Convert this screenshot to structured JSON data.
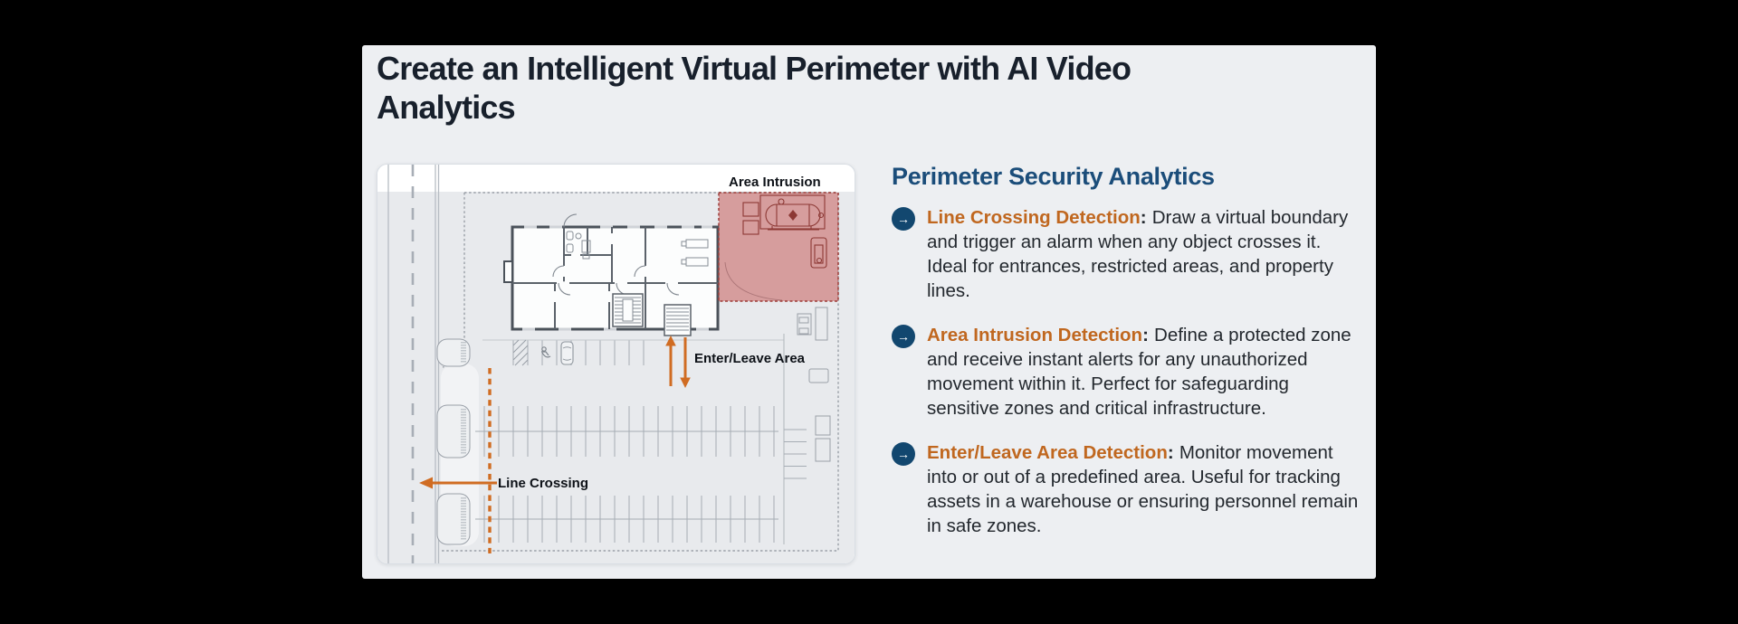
{
  "page": {
    "background": "#000000",
    "card_background": "#edeff2"
  },
  "title": "Create an Intelligent Virtual Perimeter with AI Video Analytics",
  "diagram": {
    "area_intrusion_label": "Area Intrusion",
    "enter_leave_label": "Enter/Leave Area",
    "line_crossing_label": "Line Crossing"
  },
  "content": {
    "heading": "Perimeter Security Analytics",
    "bullet_icon": "→",
    "bullets": [
      {
        "lead": "Line Crossing Detection",
        "sep": ":",
        "body": "Draw a virtual boundary and trigger an alarm when any object crosses it. Ideal for entrances, restricted areas, and property lines."
      },
      {
        "lead": "Area Intrusion Detection",
        "sep": ":",
        "body": "Define a protected zone and receive instant alerts for any unauthorized movement within it. Perfect for safeguarding sensitive zones and critical infrastructure."
      },
      {
        "lead": "Enter/Leave Area Detection",
        "sep": ":",
        "body": "Monitor movement into or out of a predefined area. Useful for tracking assets in a warehouse or ensuring personnel remain in safe zones."
      }
    ]
  },
  "colors": {
    "accent_orange": "#c0671f",
    "arrow_orange": "#d06c22",
    "bullet_navy": "#12476f",
    "heading_blue": "#1b4d7a",
    "intrusion_red": "#c24a45",
    "title_dark": "#18202c"
  }
}
